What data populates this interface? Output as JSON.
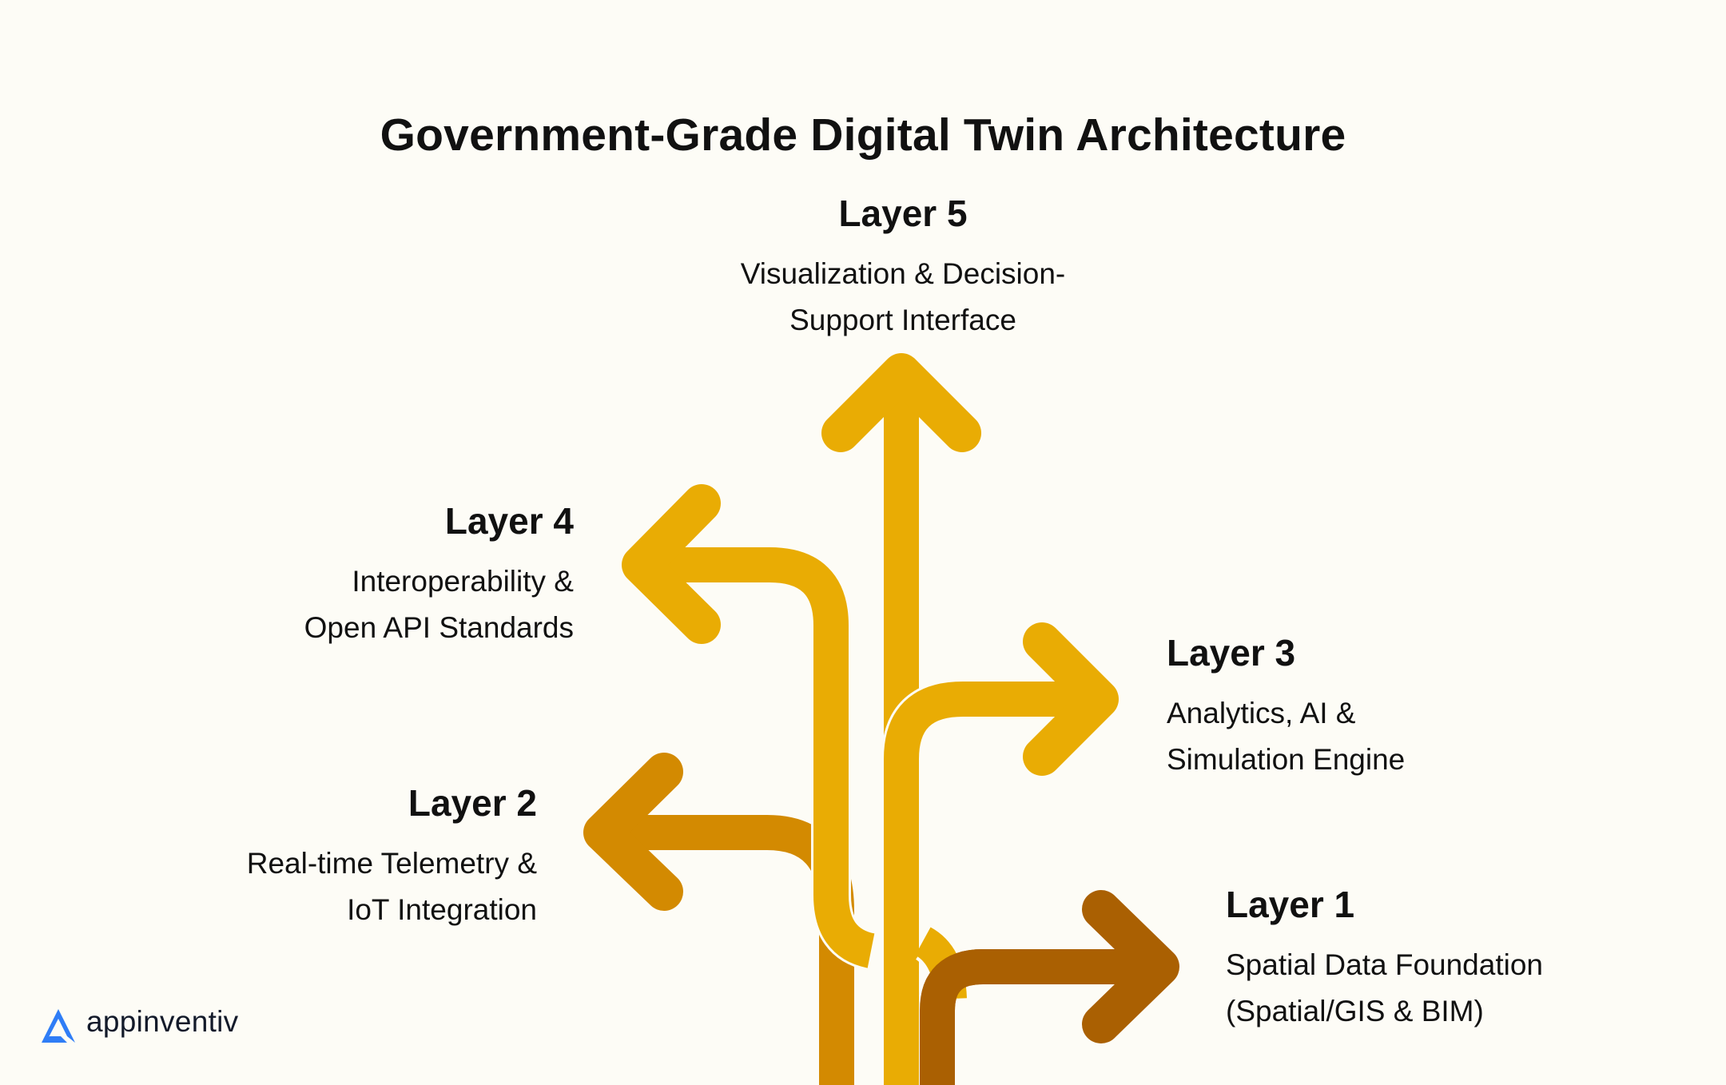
{
  "title": "Government-Grade Digital Twin Architecture",
  "colors": {
    "background": "#fdfcf6",
    "layer1": "#aa6002",
    "layer2": "#d38a01",
    "layer3": "#e9ac04",
    "layer4": "#e9ac04",
    "layer5": "#e9ac04",
    "logo_blue": "#2f7df6"
  },
  "layers": [
    {
      "heading": "Layer 1",
      "line1": "Spatial Data Foundation",
      "line2": "(Spatial/GIS & BIM)",
      "direction": "right"
    },
    {
      "heading": "Layer 2",
      "line1": "Real-time Telemetry &",
      "line2": "IoT Integration",
      "direction": "left"
    },
    {
      "heading": "Layer 3",
      "line1": "Analytics, AI &",
      "line2": "Simulation Engine",
      "direction": "right"
    },
    {
      "heading": "Layer 4",
      "line1": "Interoperability &",
      "line2": "Open API Standards",
      "direction": "left"
    },
    {
      "heading": "Layer 5",
      "line1": "Visualization & Decision-",
      "line2": "Support Interface",
      "direction": "up"
    }
  ],
  "logo": {
    "text": "appinventiv"
  }
}
